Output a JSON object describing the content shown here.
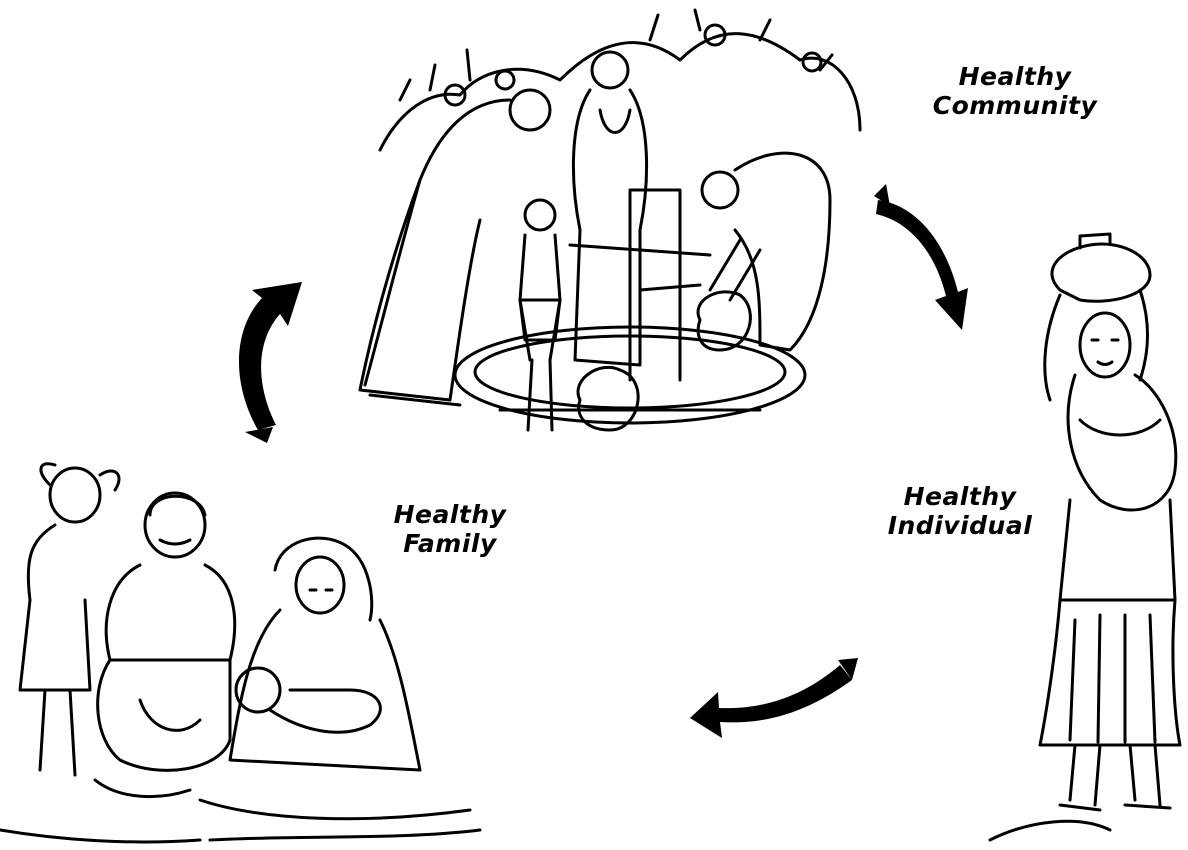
{
  "labels": {
    "community": {
      "line1": "Healthy",
      "line2": "Community"
    },
    "individual": {
      "line1": "Healthy",
      "line2": "Individual"
    },
    "family": {
      "line1": "Healthy",
      "line2": "Family"
    }
  },
  "illustrations": {
    "community": "community-at-water-pump-illustration",
    "individual": "woman-carrying-water-pot-illustration",
    "family": "family-group-illustration"
  },
  "arrows": [
    "arrow-community-to-individual",
    "arrow-individual-to-family",
    "arrow-family-to-community"
  ],
  "colors": {
    "ink": "#000000",
    "paper": "#ffffff"
  }
}
